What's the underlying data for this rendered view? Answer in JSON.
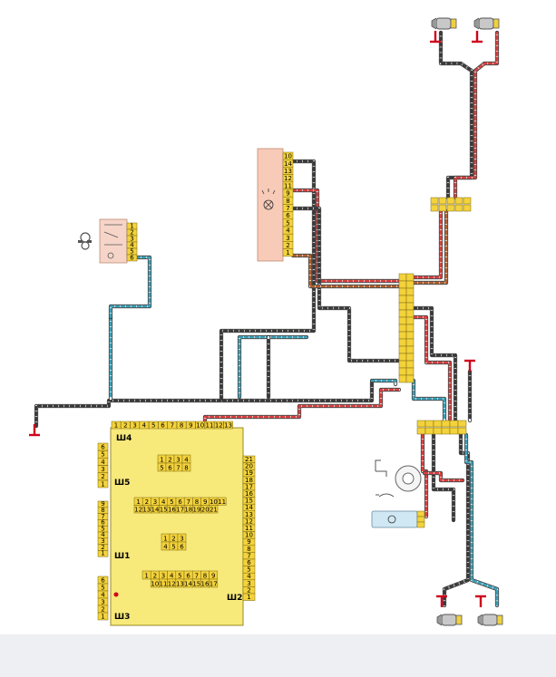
{
  "main_block": {
    "connector_labels": {
      "sh4": "Ш4",
      "sh5": "Ш5",
      "sh1": "Ш1",
      "sh2": "Ш2",
      "sh3": "Ш3"
    },
    "top_pins": [
      "1",
      "2",
      "3",
      "4",
      "5",
      "6",
      "7",
      "8",
      "9",
      "10",
      "11",
      "12",
      "13"
    ],
    "left_pins_sh5": [
      "6",
      "5",
      "4",
      "3",
      "2",
      "1"
    ],
    "left_pins_sh1": [
      "9",
      "8",
      "7",
      "6",
      "5",
      "4",
      "3",
      "2",
      "1"
    ],
    "left_pins_sh3": [
      "6",
      "5",
      "4",
      "3",
      "2",
      "1"
    ],
    "right_pins": [
      "21",
      "20",
      "19",
      "18",
      "17",
      "16",
      "15",
      "14",
      "13",
      "12",
      "11",
      "10",
      "9",
      "8",
      "7",
      "6",
      "5",
      "4",
      "3",
      "2",
      "1"
    ],
    "grid_a": {
      "row1": [
        "1",
        "2",
        "3",
        "4"
      ],
      "row2": [
        "5",
        "6",
        "7",
        "8"
      ]
    },
    "grid_b": {
      "row1": [
        "1",
        "2",
        "3",
        "4",
        "5",
        "6",
        "7",
        "8",
        "9",
        "10",
        "11"
      ],
      "row2": [
        "12",
        "13",
        "14",
        "15",
        "16",
        "17",
        "18",
        "19",
        "20",
        "21"
      ]
    },
    "grid_c": {
      "row1": [
        "1",
        "2",
        "3"
      ],
      "row2": [
        "4",
        "5",
        "6"
      ]
    },
    "grid_d": {
      "row1": [
        "1",
        "2",
        "3",
        "4",
        "5",
        "6",
        "7",
        "8",
        "9"
      ],
      "row2": [
        "10",
        "11",
        "12",
        "13",
        "14",
        "15",
        "16",
        "17"
      ]
    }
  },
  "ignition_switch": {
    "pins": [
      "1",
      "2",
      "3",
      "4",
      "5",
      "6"
    ]
  },
  "instrument_cluster": {
    "pins": [
      "10",
      "14",
      "13",
      "12",
      "11",
      "9",
      "8",
      "7",
      "6",
      "5",
      "4",
      "3",
      "2",
      "1"
    ]
  },
  "colors": {
    "block_fill": "#f7e97a",
    "block_stroke": "#9a8a2a",
    "pin_fill": "#f3d23c",
    "pin_stroke": "#7a6a10",
    "cluster_fill": "#f8cbb8",
    "cluster_stroke": "#c08a74",
    "switch_fill": "#f6d5c8",
    "ground_red": "#d0021b",
    "wire_dark": "#3a3a3a",
    "wire_blue": "#3aa0b8",
    "wire_red": "#d84040",
    "wire_brown": "#b06030",
    "lamp_gray": "#8a8a8a",
    "bottom_band": "#eeeff2"
  }
}
